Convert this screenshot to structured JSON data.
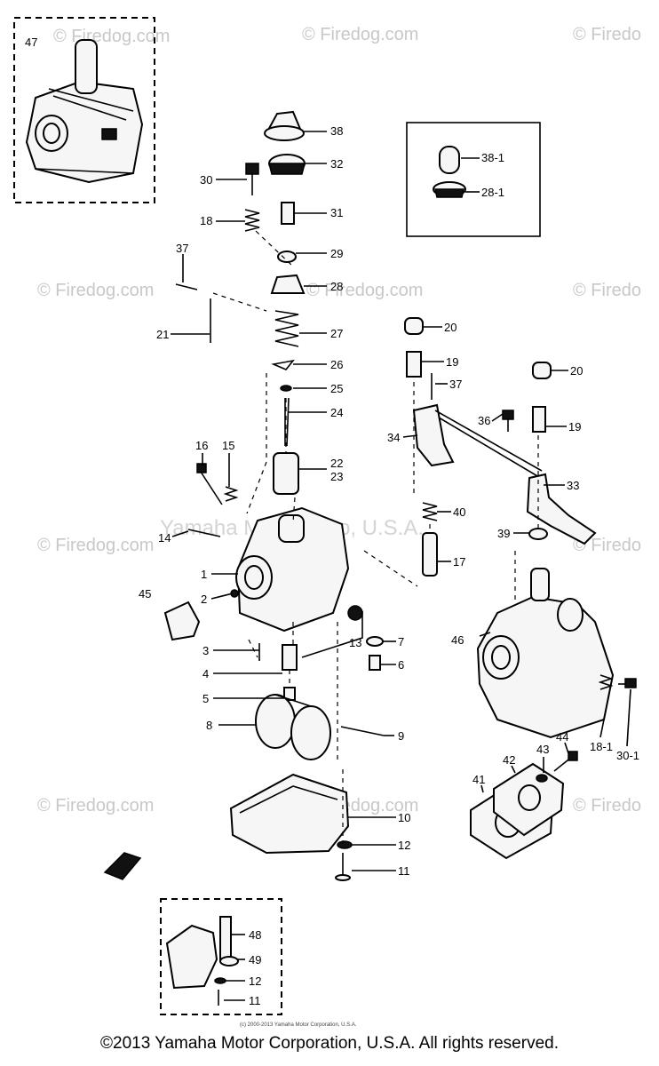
{
  "watermark": {
    "text": "© Firedog.com",
    "text_cut": "© Firedo",
    "center_text": "Yamaha Motor Corp, U.S.A.",
    "center_text_2": "© Firedog.com"
  },
  "credit_small": "(c) 2000-2013 Yamaha Motor Corporation, U.S.A.",
  "footer": "©2013 Yamaha Motor Corporation, U.S.A. All rights reserved.",
  "labels": {
    "l47": "47",
    "l38": "38",
    "l32": "32",
    "l30": "30",
    "l31": "31",
    "l18": "18",
    "l29": "29",
    "l37a": "37",
    "l28": "28",
    "l21": "21",
    "l27": "27",
    "l26": "26",
    "l25": "25",
    "l24": "24",
    "l16": "16",
    "l15": "15",
    "l22": "22",
    "l23": "23",
    "l14": "14",
    "l1": "1",
    "l2": "2",
    "l45": "45",
    "l3": "3",
    "l13": "13",
    "l7": "7",
    "l6": "6",
    "l4": "4",
    "l5": "5",
    "l8": "8",
    "l9": "9",
    "l10": "10",
    "l12": "12",
    "l11": "11",
    "l381": "38-1",
    "l281": "28-1",
    "l20a": "20",
    "l19a": "19",
    "l37b": "37",
    "l20b": "20",
    "l36": "36",
    "l19b": "19",
    "l34": "34",
    "l33": "33",
    "l40": "40",
    "l39": "39",
    "l17": "17",
    "l46": "46",
    "l181": "18-1",
    "l301": "30-1",
    "l44": "44",
    "l43": "43",
    "l42": "42",
    "l41": "41",
    "l48": "48",
    "l49": "49",
    "l12b": "12",
    "l11b": "11"
  }
}
